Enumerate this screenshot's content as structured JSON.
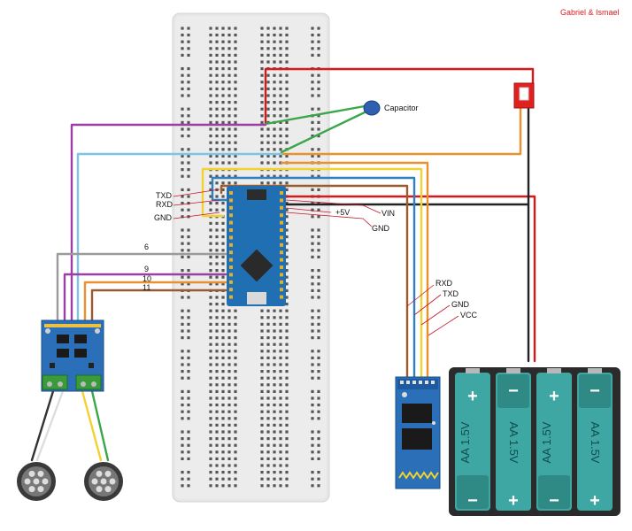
{
  "credit": "Gabriel & Ismael",
  "labels": {
    "capacitor": "Capacitor",
    "txd_left": "TXD",
    "rxd_left": "RXD",
    "gnd_left": "GND",
    "plus5v": "+5V",
    "vin": "VIN",
    "gnd_right": "GND",
    "pin6": "6",
    "pin9": "9",
    "pin10": "10",
    "pin11": "11",
    "bt_rxd": "RXD",
    "bt_txd": "TXD",
    "bt_gnd": "GND",
    "bt_vcc": "VCC"
  },
  "battery": {
    "cell_label": "AA 1.5V",
    "plus": "+",
    "minus": "−"
  },
  "colors": {
    "red": "#d7191c",
    "black": "#222222",
    "purple": "#9b3fa3",
    "lightblue": "#7ec3e6",
    "green": "#3aa64a",
    "yellow": "#f2d230",
    "orange": "#e8912d",
    "blue": "#2f7fc1",
    "gray": "#9a9a9a",
    "brown": "#9b5b2e",
    "breadboard": "#e9e9e9",
    "arduino": "#1f6fb2",
    "module": "#2a6fb8",
    "battery_body": "#2b2b2b",
    "battery_cell": "#3fa7a3"
  }
}
